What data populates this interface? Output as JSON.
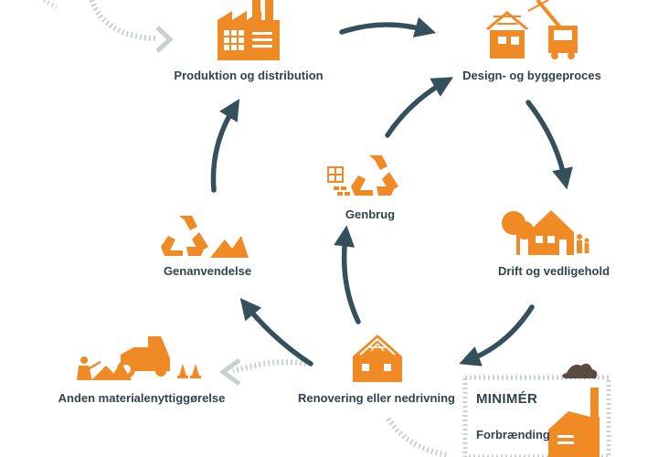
{
  "colors": {
    "orange": "#ef8a25",
    "dark": "#2f4450",
    "arrow": "#34505d",
    "faint": "#c9d0d3"
  },
  "nodes": {
    "produktion": {
      "label": "Produktion og distribution",
      "icon": "factory-icon"
    },
    "design": {
      "label": "Design- og byggeproces",
      "icon": "construction-crane-icon"
    },
    "drift": {
      "label": "Drift og vedligehold",
      "icon": "house-with-tree-icon"
    },
    "renovering": {
      "label": "Renovering eller nedrivning",
      "icon": "house-frame-icon"
    },
    "genbrug": {
      "label": "Genbrug",
      "icon": "recycle-icon"
    },
    "genanvendelse": {
      "label": "Genanvendelse",
      "icon": "recycle-piles-icon"
    },
    "anden": {
      "label": "Anden materialenyttiggørelse",
      "icon": "roadworks-icon"
    }
  },
  "minimer": {
    "title": "MINIMÉR",
    "subtitle": "Forbrænding",
    "icon": "incinerator-icon"
  }
}
